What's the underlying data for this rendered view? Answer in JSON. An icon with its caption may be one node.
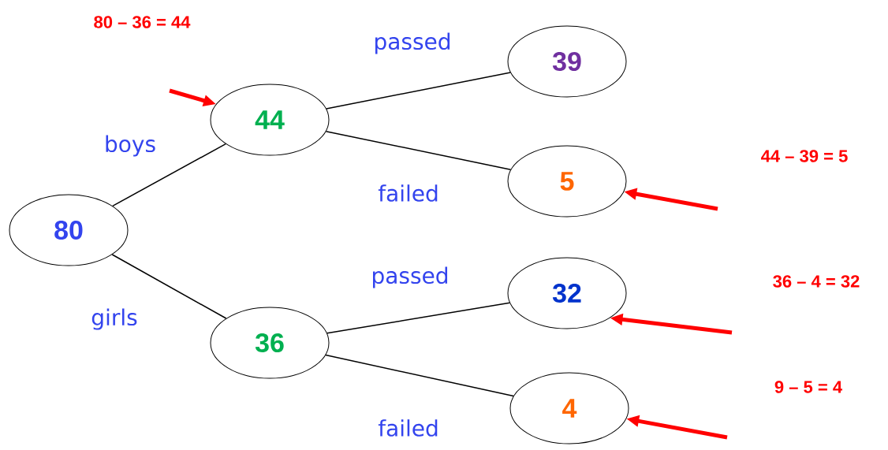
{
  "diagram": {
    "nodes": [
      {
        "text": [
          "80"
        ]
      },
      {
        "text": [
          "44"
        ]
      },
      {
        "text": [
          "36"
        ]
      },
      {
        "text": [
          "39"
        ]
      },
      {
        "text": [
          "5"
        ]
      },
      {
        "text": [
          "32"
        ]
      },
      {
        "text": [
          "4"
        ]
      }
    ],
    "edges": [
      {
        "from": 0,
        "to": 1,
        "arrow": "none",
        "label": "boys"
      },
      {
        "from": 0,
        "to": 2,
        "arrow": "none",
        "label": "girls"
      },
      {
        "from": 1,
        "to": 3,
        "arrow": "none",
        "label": "passed"
      },
      {
        "from": 1,
        "to": 4,
        "arrow": "none",
        "label": "failed"
      },
      {
        "from": 2,
        "to": 5,
        "arrow": "none",
        "label": "passed"
      },
      {
        "from": 2,
        "to": 6,
        "arrow": "none",
        "label": "failed"
      },
      {
        "from": null,
        "to": 1,
        "arrow": "to",
        "style": "thick",
        "color": "#ff0000"
      },
      {
        "from": null,
        "to": 4,
        "arrow": "to",
        "style": "thick",
        "color": "#ff0000"
      },
      {
        "from": null,
        "to": 5,
        "arrow": "to",
        "style": "thick",
        "color": "#ff0000"
      },
      {
        "from": null,
        "to": 6,
        "arrow": "to",
        "style": "thick",
        "color": "#ff0000"
      }
    ],
    "labels": [
      "80 – 36 = 44",
      "44 – 39 = 5",
      "36 – 4 = 32",
      "9 – 5 = 4"
    ]
  }
}
